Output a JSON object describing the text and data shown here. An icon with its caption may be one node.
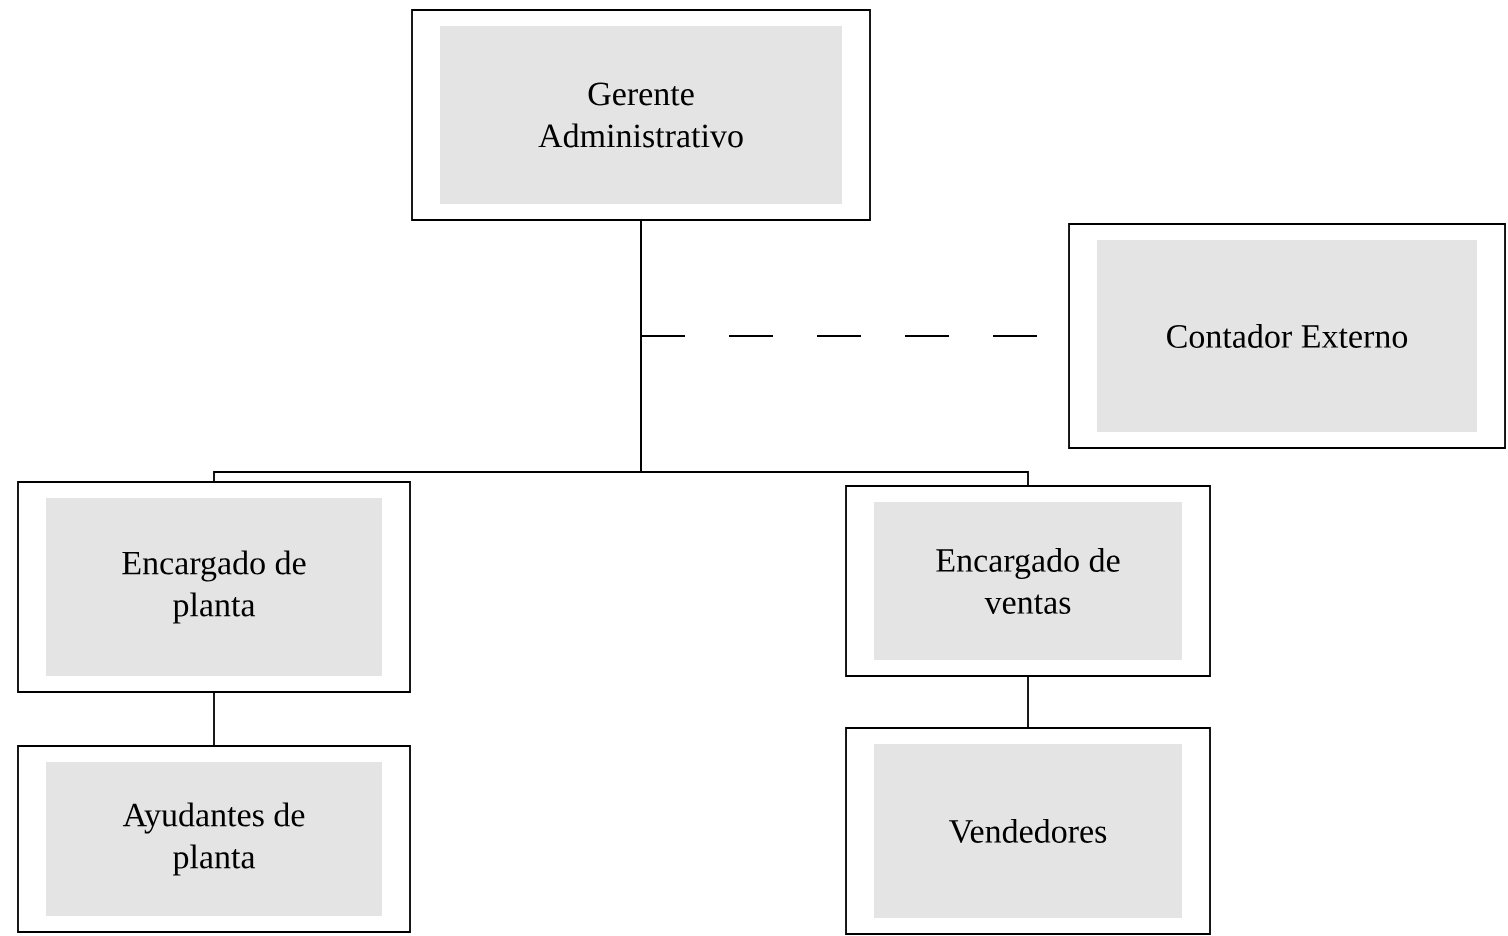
{
  "diagram": {
    "nodes": [
      {
        "text": [
          "Gerente Administrativo"
        ]
      },
      {
        "text": [
          "Contador Externo"
        ]
      },
      {
        "text": [
          "Encargado de planta"
        ]
      },
      {
        "text": [
          "Ayudantes de planta"
        ]
      },
      {
        "text": [
          "Encargado de ventas"
        ]
      },
      {
        "text": [
          "Vendedores"
        ]
      }
    ],
    "edges": [
      {
        "from": 0,
        "to": 1,
        "arrow": "none",
        "style": "dashed"
      },
      {
        "from": 0,
        "to": 2,
        "arrow": "none"
      },
      {
        "from": 0,
        "to": 4,
        "arrow": "none"
      },
      {
        "from": 2,
        "to": 3,
        "arrow": "none"
      },
      {
        "from": 4,
        "to": 5,
        "arrow": "none"
      }
    ]
  }
}
